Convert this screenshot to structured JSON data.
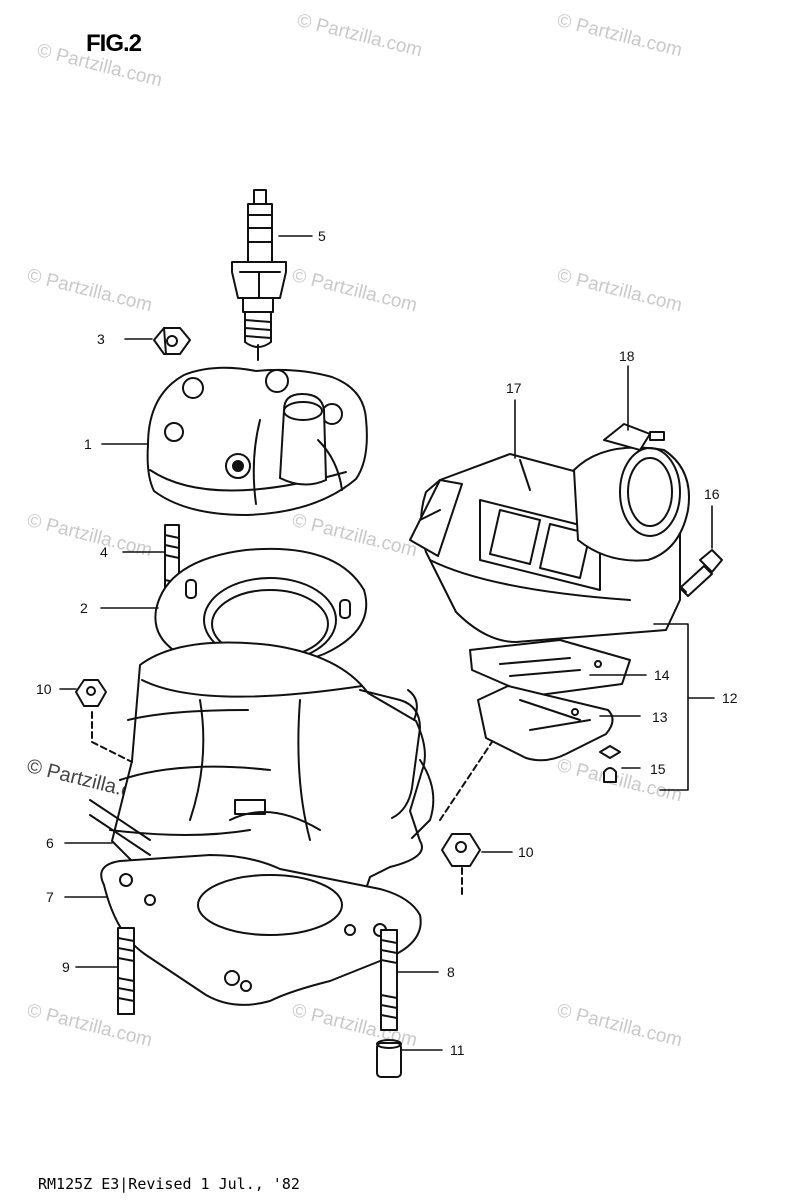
{
  "title": "FIG.2",
  "footer": "RM125Z E3|Revised 1 Jul., '82",
  "watermark": "© Partzilla.com",
  "colors": {
    "ink": "#111111",
    "watermark": "#c9c9c9",
    "paper": "#ffffff"
  },
  "callouts": [
    {
      "id": "1",
      "label": "1"
    },
    {
      "id": "2",
      "label": "2"
    },
    {
      "id": "3",
      "label": "3"
    },
    {
      "id": "4",
      "label": "4"
    },
    {
      "id": "5",
      "label": "5"
    },
    {
      "id": "6",
      "label": "6"
    },
    {
      "id": "7",
      "label": "7"
    },
    {
      "id": "8",
      "label": "8"
    },
    {
      "id": "9",
      "label": "9"
    },
    {
      "id": "10a",
      "label": "10"
    },
    {
      "id": "10b",
      "label": "10"
    },
    {
      "id": "11",
      "label": "11"
    },
    {
      "id": "12",
      "label": "12"
    },
    {
      "id": "13",
      "label": "13"
    },
    {
      "id": "14",
      "label": "14"
    },
    {
      "id": "15",
      "label": "15"
    },
    {
      "id": "16",
      "label": "16"
    },
    {
      "id": "17",
      "label": "17"
    },
    {
      "id": "18",
      "label": "18"
    }
  ]
}
